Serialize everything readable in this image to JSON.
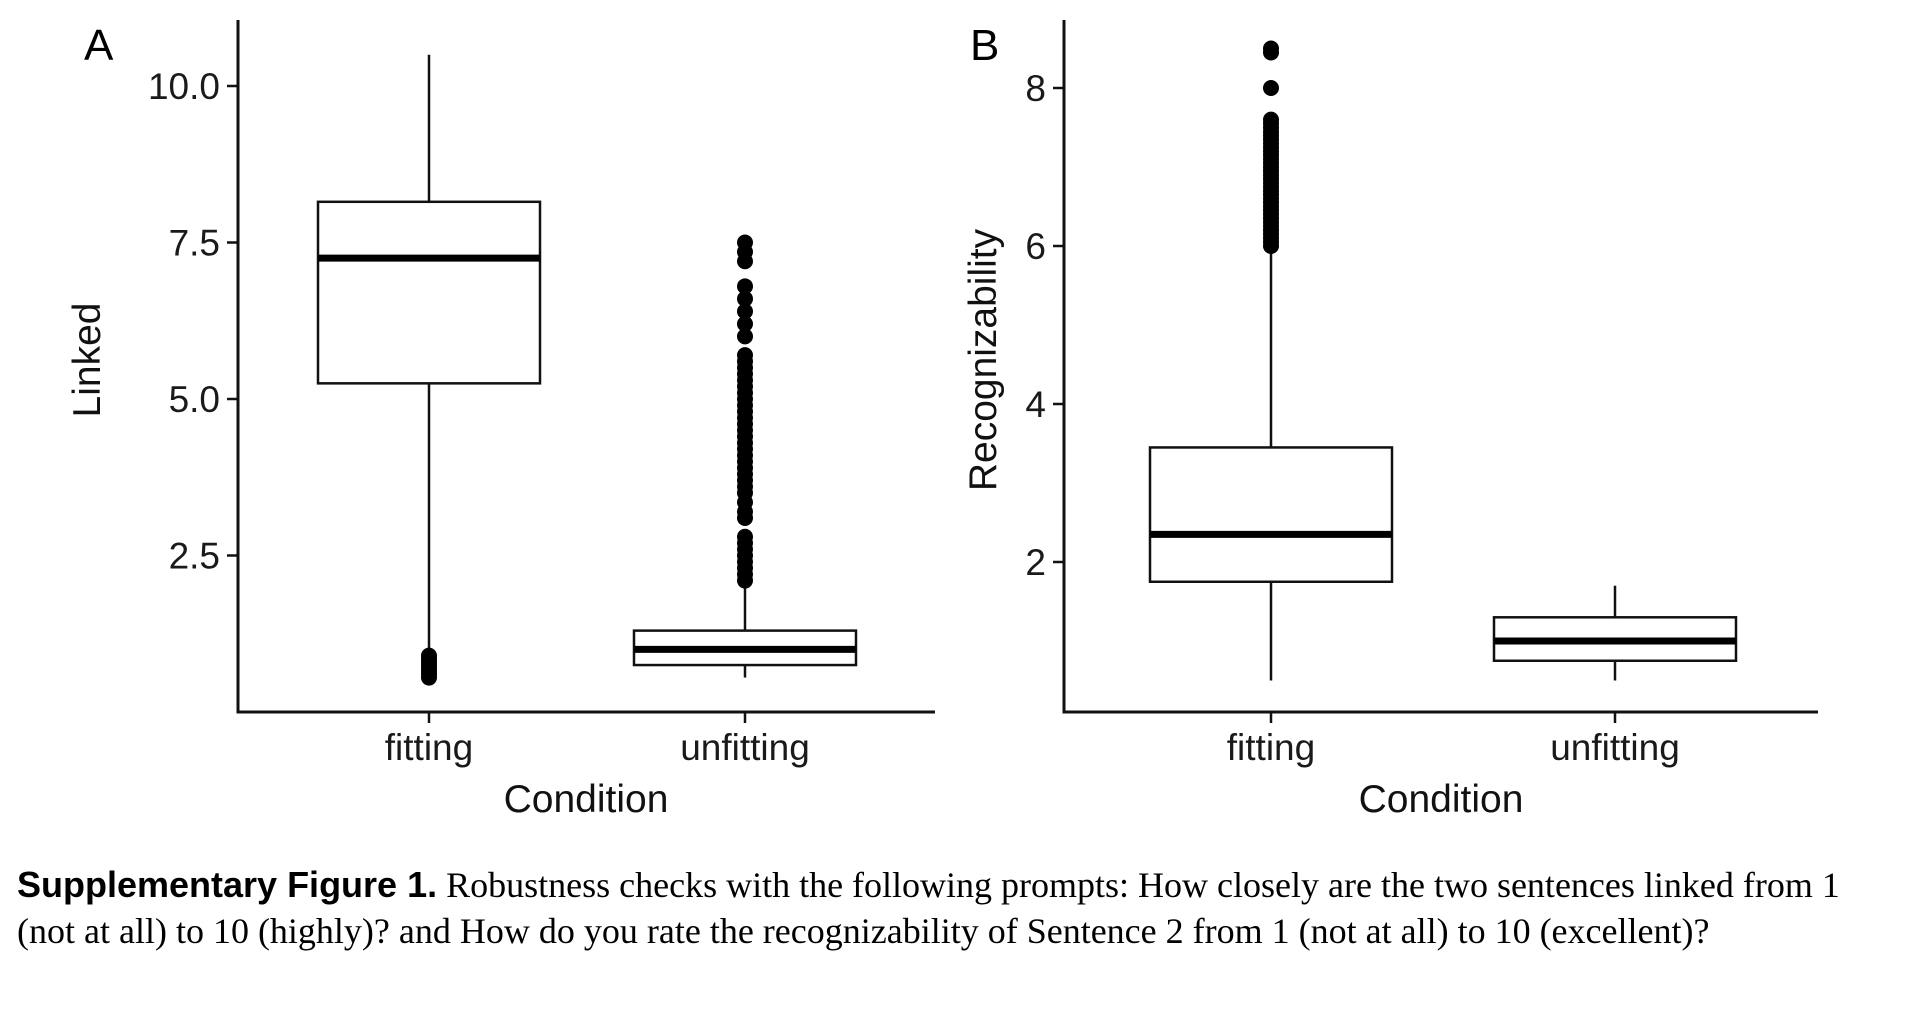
{
  "chart_data": [
    {
      "type": "box",
      "panel_label": "A",
      "xlabel": "Condition",
      "ylabel": "Linked",
      "categories": [
        "fitting",
        "unfitting"
      ],
      "yticks": [
        "2.5",
        "5.0",
        "7.5",
        "10.0"
      ],
      "ylim": [
        0.0,
        11.0
      ],
      "boxes": [
        {
          "category": "fitting",
          "whisker_low": 1.0,
          "q1": 5.25,
          "median": 7.25,
          "q3": 8.15,
          "whisker_high": 10.5,
          "outliers": [
            0.55,
            0.6,
            0.65,
            0.7,
            0.75,
            0.8,
            0.85,
            0.9
          ]
        },
        {
          "category": "unfitting",
          "whisker_low": 0.55,
          "q1": 0.75,
          "median": 1.0,
          "q3": 1.3,
          "whisker_high": 2.0,
          "outliers": [
            2.1,
            2.2,
            2.3,
            2.4,
            2.5,
            2.6,
            2.7,
            2.8,
            3.1,
            3.2,
            3.35,
            3.5,
            3.6,
            3.7,
            3.8,
            3.9,
            4.0,
            4.1,
            4.2,
            4.3,
            4.4,
            4.5,
            4.6,
            4.7,
            4.8,
            4.9,
            5.0,
            5.1,
            5.2,
            5.3,
            5.4,
            5.5,
            5.6,
            5.7,
            6.0,
            6.2,
            6.4,
            6.6,
            6.8,
            7.2,
            7.35,
            7.5
          ]
        }
      ]
    },
    {
      "type": "box",
      "panel_label": "B",
      "xlabel": "Condition",
      "ylabel": "Recognizability",
      "categories": [
        "fitting",
        "unfitting"
      ],
      "yticks": [
        "2",
        "4",
        "6",
        "8"
      ],
      "ylim": [
        0.2,
        8.9
      ],
      "boxes": [
        {
          "category": "fitting",
          "whisker_low": 0.5,
          "q1": 1.75,
          "median": 2.35,
          "q3": 3.45,
          "whisker_high": 5.95,
          "outliers": [
            6.0,
            6.05,
            6.1,
            6.15,
            6.2,
            6.25,
            6.3,
            6.35,
            6.4,
            6.45,
            6.5,
            6.55,
            6.6,
            6.65,
            6.7,
            6.75,
            6.8,
            6.85,
            6.9,
            6.95,
            7.0,
            7.05,
            7.1,
            7.15,
            7.2,
            7.25,
            7.3,
            7.35,
            7.4,
            7.45,
            7.5,
            7.55,
            7.6,
            8.0,
            8.45,
            8.5
          ]
        },
        {
          "category": "unfitting",
          "whisker_low": 0.5,
          "q1": 0.75,
          "median": 1.0,
          "q3": 1.3,
          "whisker_high": 1.7,
          "outliers": []
        }
      ]
    }
  ],
  "caption": {
    "lead": "Supplementary Figure 1.",
    "text": " Robustness checks with the following prompts: How closely are the two sentences linked from 1 (not at all) to 10 (highly)? and How do you rate the recognizability of Sentence 2 from 1 (not at all) to 10 (excellent)?"
  }
}
